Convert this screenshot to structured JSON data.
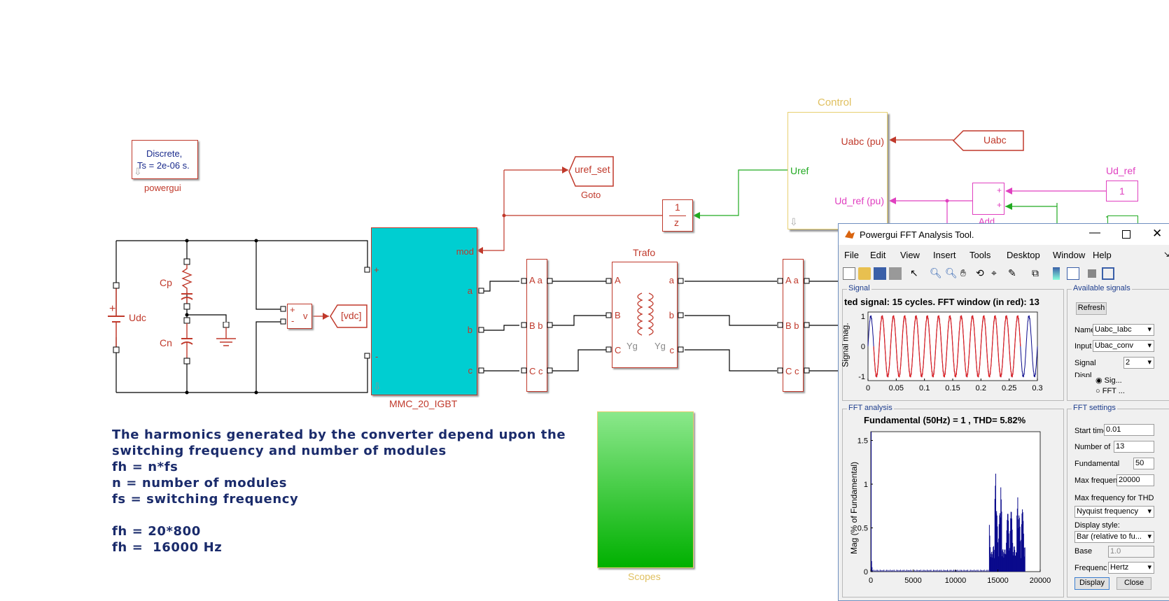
{
  "diagram": {
    "powergui": {
      "line1": "Discrete,",
      "line2": "Ts = 2e-06 s.",
      "label": "powergui"
    },
    "goto": {
      "text": "uref_set",
      "label": "Goto"
    },
    "delay": {
      "num": "1",
      "den": "z"
    },
    "control": {
      "title": "Control",
      "port_uabc": "Uabc (pu)",
      "port_uref": "Uref",
      "port_udref": "Ud_ref (pu)"
    },
    "uabc_from": "Uabc",
    "udref_const": {
      "value": "1",
      "label": "Ud_ref"
    },
    "add_label": "Add",
    "mmc": {
      "label": "MMC_20_IGBT",
      "port_mod": "mod",
      "port_a": "a",
      "port_b": "b",
      "port_c": "c",
      "port_plus": "+",
      "port_minus": "-"
    },
    "trafo": {
      "title": "Trafo",
      "A": "A",
      "B": "B",
      "C": "C",
      "a": "a",
      "b": "b",
      "c": "c",
      "yg1": "Yg",
      "yg2": "Yg"
    },
    "bus1": [
      "A a",
      "B b",
      "C c"
    ],
    "bus2": [
      "A a",
      "B b",
      "C c"
    ],
    "udc": "Udc",
    "cp": "Cp",
    "cn": "Cn",
    "vmeas": {
      "plus": "+",
      "minus": "-",
      "v": "v"
    },
    "vdc_goto": "[vdc]",
    "scopes_label": "Scopes"
  },
  "note": {
    "lines": [
      "The harmonics generated by the converter depend upon the",
      "switching frequency and number of modules",
      "fh = n*fs",
      "n = number of modules",
      "fs = switching frequency",
      "",
      "fh = 20*800",
      "fh =  16000 Hz"
    ]
  },
  "fft_window": {
    "title": "Powergui FFT Analysis Tool.",
    "menu": [
      "File",
      "Edit",
      "View",
      "Insert",
      "Tools",
      "Desktop",
      "Window",
      "Help"
    ],
    "signal_panel": {
      "title": "Signal",
      "plot_title": "ted signal: 15 cycles. FFT window (in red): 13",
      "ylabel": "Signal mag.",
      "yticks": [
        "1",
        "0",
        "-1"
      ],
      "xticks": [
        "0",
        "0.05",
        "0.1",
        "0.15",
        "0.2",
        "0.25",
        "0.3"
      ]
    },
    "available_signals": {
      "title": "Available signals",
      "refresh": "Refresh",
      "name_label": "Name",
      "name_value": "Uabc_Iabc",
      "input_label": "Input",
      "input_value": "Ubac_conv",
      "signal_label": "Signal",
      "signal_value": "2",
      "display_label": "Displ",
      "radio1": "Sig...",
      "radio2": "FFT ..."
    },
    "fft_panel": {
      "title": "FFT analysis",
      "plot_title": "Fundamental (50Hz) = 1 , THD= 5.82%",
      "ylabel": "Mag (% of Fundamental)",
      "yticks": [
        "1.5",
        "1",
        "0.5",
        "0"
      ],
      "xticks": [
        "0",
        "5000",
        "10000",
        "15000",
        "20000"
      ]
    },
    "fft_settings": {
      "title": "FFT settings",
      "start_label": "Start time",
      "start_value": "0.01",
      "ncycles_label": "Number of",
      "ncycles_value": "13",
      "fund_label": "Fundamental",
      "fund_value": "50",
      "maxf_label": "Max frequen",
      "maxf_value": "20000",
      "thd_label": "Max frequency for THD",
      "thd_value": "Nyquist frequency",
      "style_label": "Display style:",
      "style_value": "Bar (relative to fu...",
      "base_label": "Base",
      "base_value": "1.0",
      "freq_label": "Frequenc",
      "freq_value": "Hertz",
      "display_btn": "Display",
      "close_btn": "Close"
    }
  },
  "colors": {
    "block_red": "#c0392b",
    "signal_green": "#22aa22",
    "signal_magenta": "#e040c0",
    "mmc_cyan": "#00ced1",
    "control_yellow": "#e8d070",
    "note_blue": "#1a2b6b",
    "plot_blue": "#0a0a8c",
    "plot_red": "#e02020"
  }
}
